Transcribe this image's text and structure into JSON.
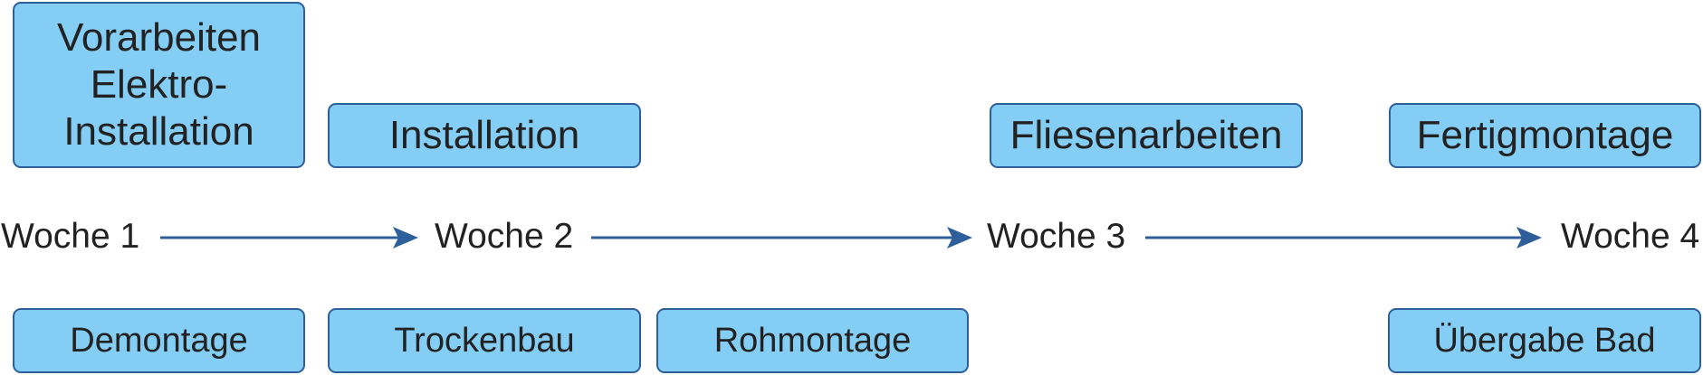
{
  "colors": {
    "box_fill": "#84cdf5",
    "box_border": "#2e5f9a",
    "arrow": "#2e5f9a",
    "text": "#222222"
  },
  "top_tasks": [
    "Vorarbeiten\nElektro-\nInstallation",
    "Installation",
    "Fliesenarbeiten",
    "Fertigmontage"
  ],
  "weeks": [
    "Woche 1",
    "Woche 2",
    "Woche 3",
    "Woche 4"
  ],
  "bottom_tasks": [
    "Demontage",
    "Trockenbau",
    "Rohmontage",
    "Übergabe Bad"
  ]
}
